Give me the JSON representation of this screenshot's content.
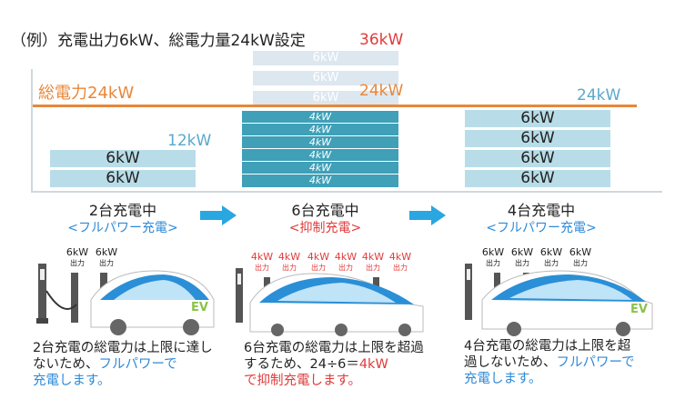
{
  "title": "（例）充電出力6kW、総電力量24kW設定",
  "limit_label": "総電力24kW",
  "colors": {
    "limit": "#e8873a",
    "full_block": "#b8dde8",
    "capped_block": "#3fa0b8",
    "excess_block": "#dce7f0",
    "accent_blue": "#2f8ad8",
    "accent_red": "#e03b3b"
  },
  "scenarios": [
    {
      "name": "2台充電中",
      "mode": "<フルパワー充電>",
      "total_label": "12kW",
      "blocks": [
        "6kW",
        "6kW"
      ],
      "charger_labels": [
        {
          "kw": "6kW",
          "out": "出力"
        },
        {
          "kw": "6kW",
          "out": "出力"
        }
      ],
      "desc": {
        "p1": "2台充電の総電力は上限に達しないため、",
        "p2": "フルパワーで",
        "p3": "充電します。"
      }
    },
    {
      "name": "6台充電中",
      "mode": "<抑制充電>",
      "total_label": "36kW",
      "limit_label": "24kW",
      "excess_blocks": [
        "6kW",
        "6kW",
        "6kW"
      ],
      "blocks": [
        "4kW",
        "4kW",
        "4kW",
        "4kW",
        "4kW",
        "4kW"
      ],
      "charger_labels": [
        {
          "kw": "4kW",
          "out": "出力"
        },
        {
          "kw": "4kW",
          "out": "出力"
        },
        {
          "kw": "4kW",
          "out": "出力"
        },
        {
          "kw": "4kW",
          "out": "出力"
        },
        {
          "kw": "4kW",
          "out": "出力"
        },
        {
          "kw": "4kW",
          "out": "出力"
        }
      ],
      "desc": {
        "p1": "6台充電の総電力は上限を超過するため、24÷6＝",
        "p2": "4kW",
        "p3": "で抑制充電します。"
      }
    },
    {
      "name": "4台充電中",
      "mode": "<フルパワー充電>",
      "total_label": "24kW",
      "blocks": [
        "6kW",
        "6kW",
        "6kW",
        "6kW"
      ],
      "charger_labels": [
        {
          "kw": "6kW",
          "out": "出力"
        },
        {
          "kw": "6kW",
          "out": "出力"
        },
        {
          "kw": "6kW",
          "out": "出力"
        },
        {
          "kw": "6kW",
          "out": "出力"
        }
      ],
      "desc": {
        "p1": "4台充電の総電力は上限を超過しないため、",
        "p2": "フルパワーで",
        "p3": "充電します。"
      }
    }
  ],
  "ev_badge": "EV"
}
